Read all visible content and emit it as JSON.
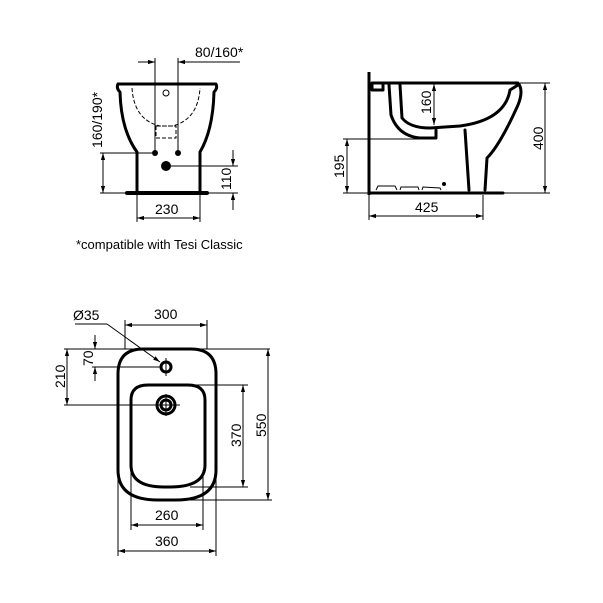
{
  "front_view": {
    "dim_spacing": "80/160*",
    "dim_height_left": "160/190*",
    "dim_height_right": "110",
    "dim_width": "230"
  },
  "note": "*compatible with Tesi Classic",
  "side_view": {
    "dim_height": "400",
    "dim_bowl_depth": "160",
    "dim_outlet_height": "195",
    "dim_depth": "425"
  },
  "plan_view": {
    "dim_hole": "Ø35",
    "dim_hole_spacing": "300",
    "dim_tap_offset": "70",
    "dim_drain_offset": "210",
    "dim_basin_length": "370",
    "dim_length": "550",
    "dim_basin_width": "260",
    "dim_width": "360"
  }
}
